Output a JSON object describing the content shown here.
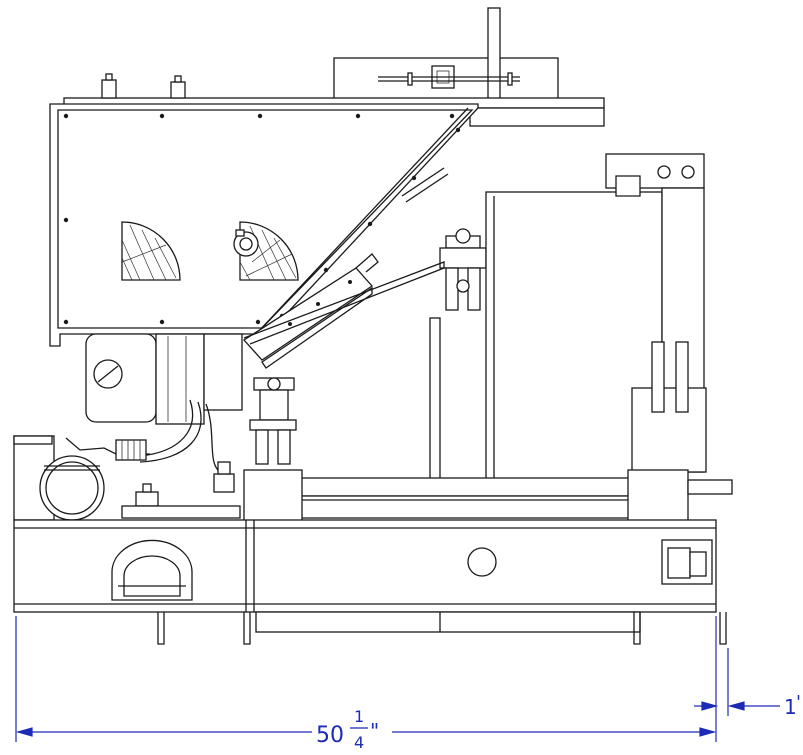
{
  "diagram": {
    "overall_length": {
      "whole": "50",
      "numerator": "1",
      "denominator": "4",
      "unit": "\""
    },
    "offset_dimension": {
      "value": "1",
      "unit": "'"
    },
    "colors": {
      "line": "#1a1a1a",
      "dimension": "#1c2bb5",
      "background": "#ffffff"
    }
  }
}
